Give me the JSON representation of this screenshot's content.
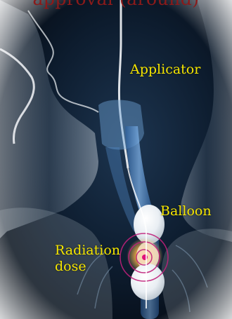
{
  "header_text": "approval  (around)",
  "labels": {
    "applicator": "Applicator",
    "balloon": "Balloon",
    "radiation": "Radiation",
    "dose": "dose"
  },
  "colors": {
    "header": "#8b1a1a",
    "label": "#f6e600",
    "background": "#0b1a2c",
    "tube": "#4a86c8",
    "dose_ring": "#c0207a"
  }
}
